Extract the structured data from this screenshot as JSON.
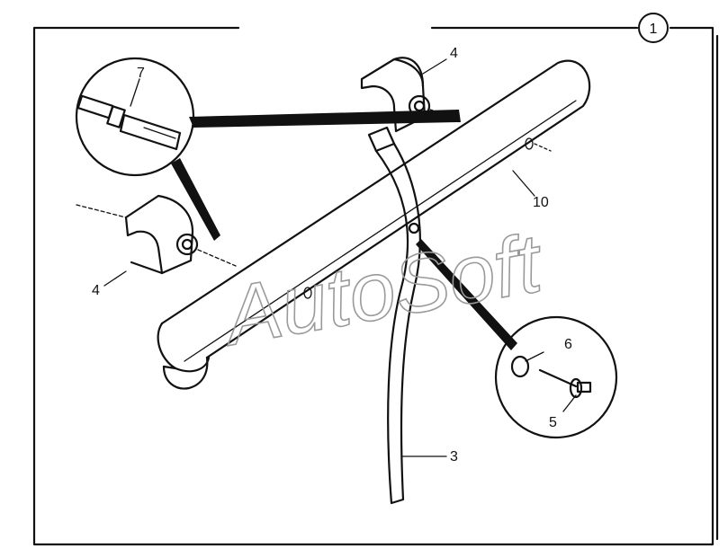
{
  "figure_number": "1",
  "watermark": "AutoSoft",
  "callouts": {
    "bracket_top": "4",
    "bracket_left": "4",
    "rod": "10",
    "spring_strap": "3",
    "washer": "6",
    "rivet": "5",
    "stud": "7"
  }
}
